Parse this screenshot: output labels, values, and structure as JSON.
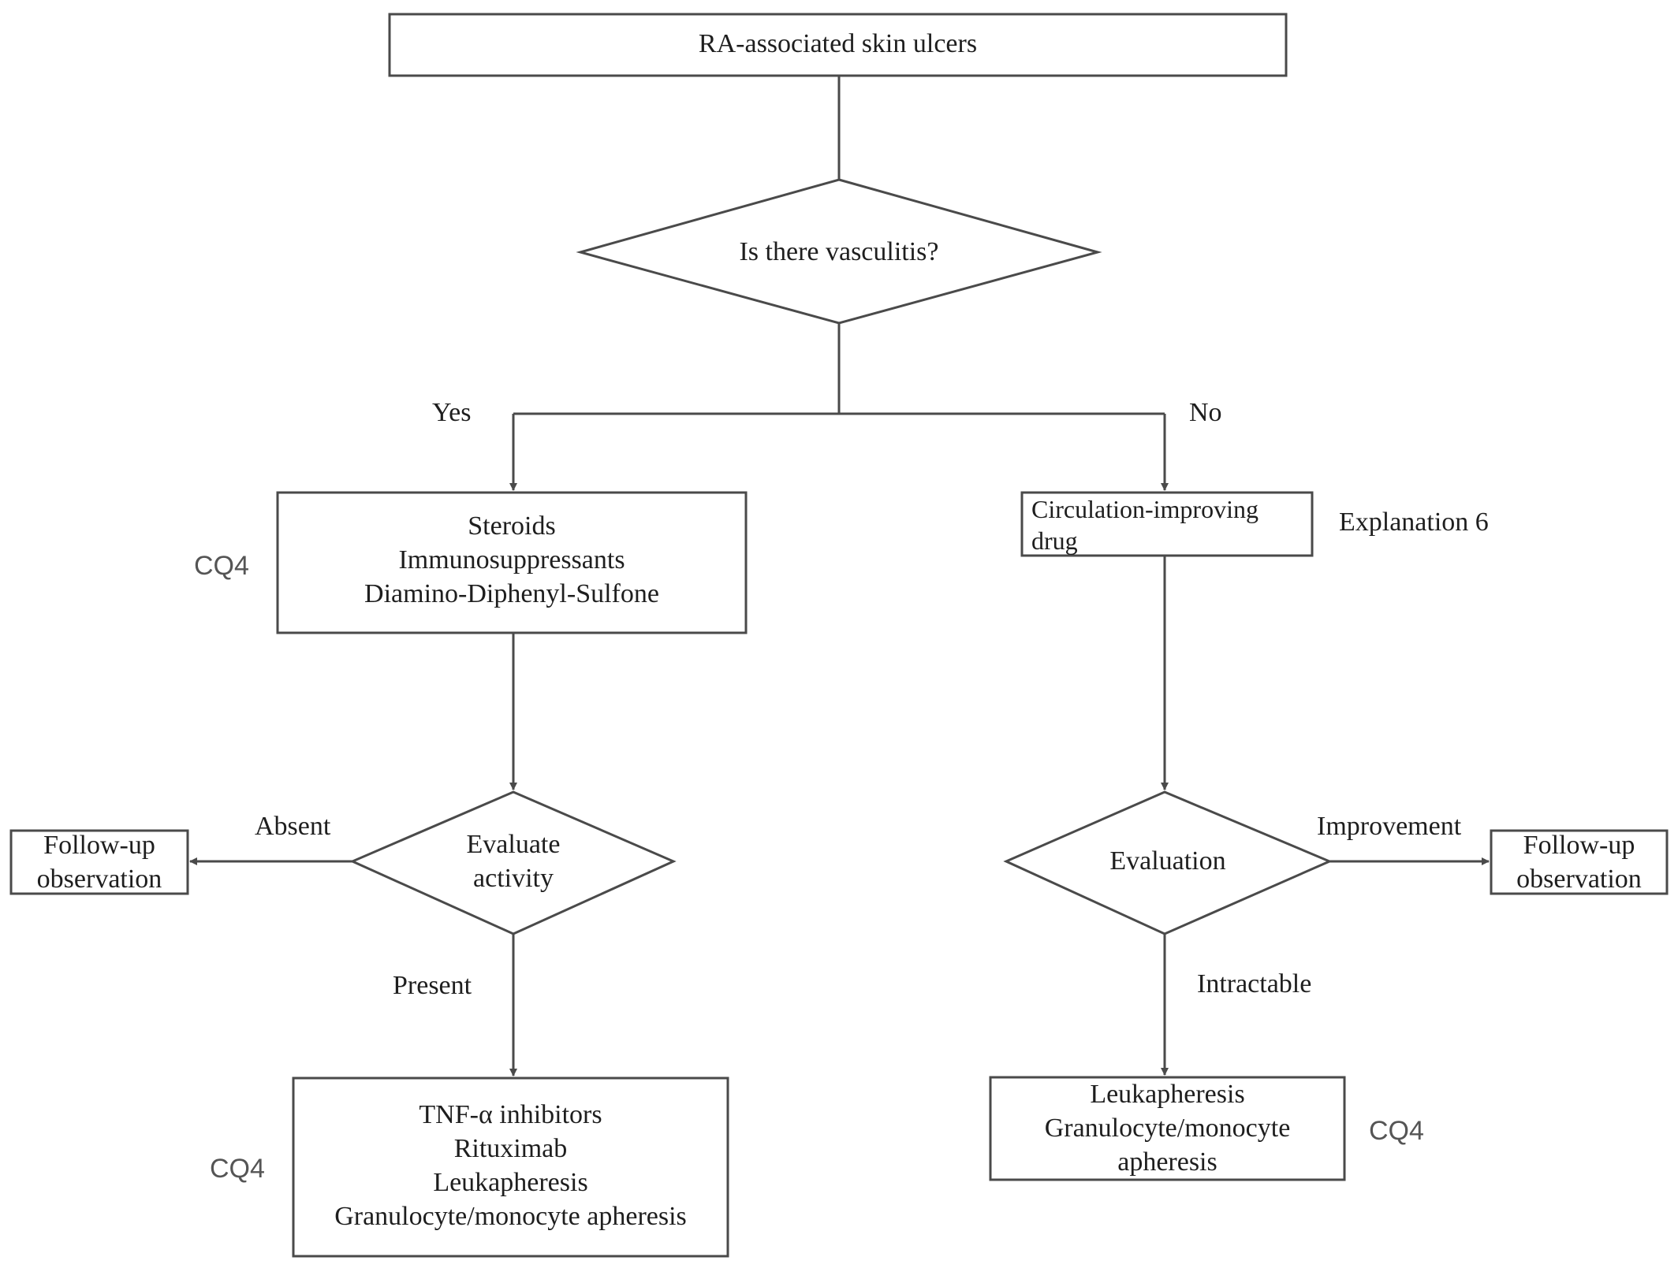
{
  "colors": {
    "stroke": "#4a4a4a",
    "text": "#1e1e1e",
    "cq_text": "#555555",
    "background": "#ffffff"
  },
  "nodes": {
    "root": "RA-associated skin ulcers",
    "vasculitis_question": "Is there vasculitis?",
    "steroids_box": [
      "Steroids",
      "Immunosuppressants",
      "Diamino-Diphenyl-Sulfone"
    ],
    "circulation_box": [
      "Circulation-improving",
      "drug"
    ],
    "evaluate_activity": [
      "Evaluate",
      "activity"
    ],
    "evaluation": "Evaluation",
    "followup_left": [
      "Follow-up",
      "observation"
    ],
    "followup_right": [
      "Follow-up",
      "observation"
    ],
    "biologics_box": [
      "TNF-α inhibitors",
      "Rituximab",
      "Leukapheresis",
      "Granulocyte/monocyte apheresis"
    ],
    "apheresis_box": [
      "Leukapheresis",
      "Granulocyte/monocyte",
      "apheresis"
    ]
  },
  "edge_labels": {
    "yes": "Yes",
    "no": "No",
    "absent": "Absent",
    "present": "Present",
    "improvement": "Improvement",
    "intractable": "Intractable"
  },
  "side_notes": {
    "cq4_steroids": "CQ4",
    "cq4_biologics": "CQ4",
    "cq4_apheresis": "CQ4",
    "explanation": "Explanation 6"
  }
}
